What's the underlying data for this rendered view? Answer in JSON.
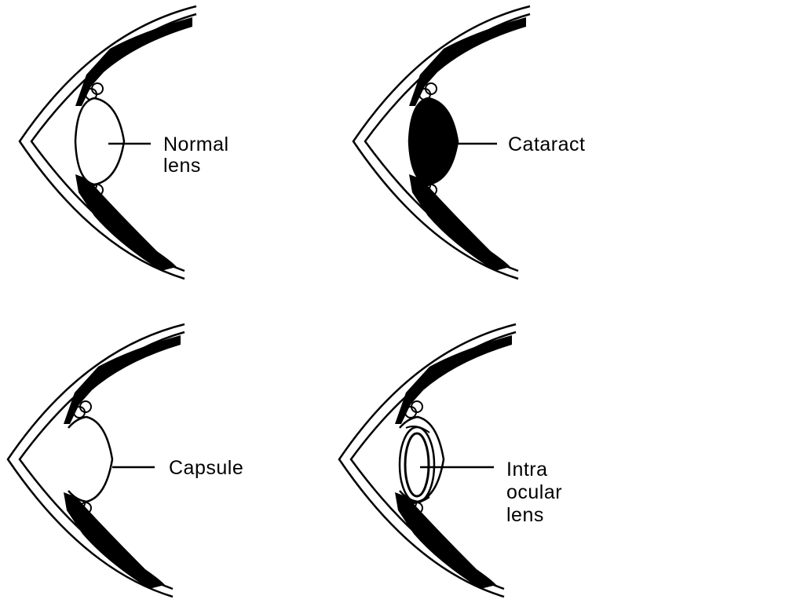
{
  "panels": [
    {
      "id": "normal",
      "lens": "normal",
      "label_lines": [
        "Normal",
        "lens"
      ]
    },
    {
      "id": "cataract",
      "lens": "cataract",
      "label_lines": [
        "Cataract"
      ]
    },
    {
      "id": "capsule",
      "lens": "capsule",
      "label_lines": [
        "Capsule"
      ]
    },
    {
      "id": "iol",
      "lens": "iol",
      "label_lines": [
        "Intra",
        "ocular",
        "lens"
      ]
    }
  ],
  "colors": {
    "ink": "#000000",
    "paper": "#ffffff"
  }
}
